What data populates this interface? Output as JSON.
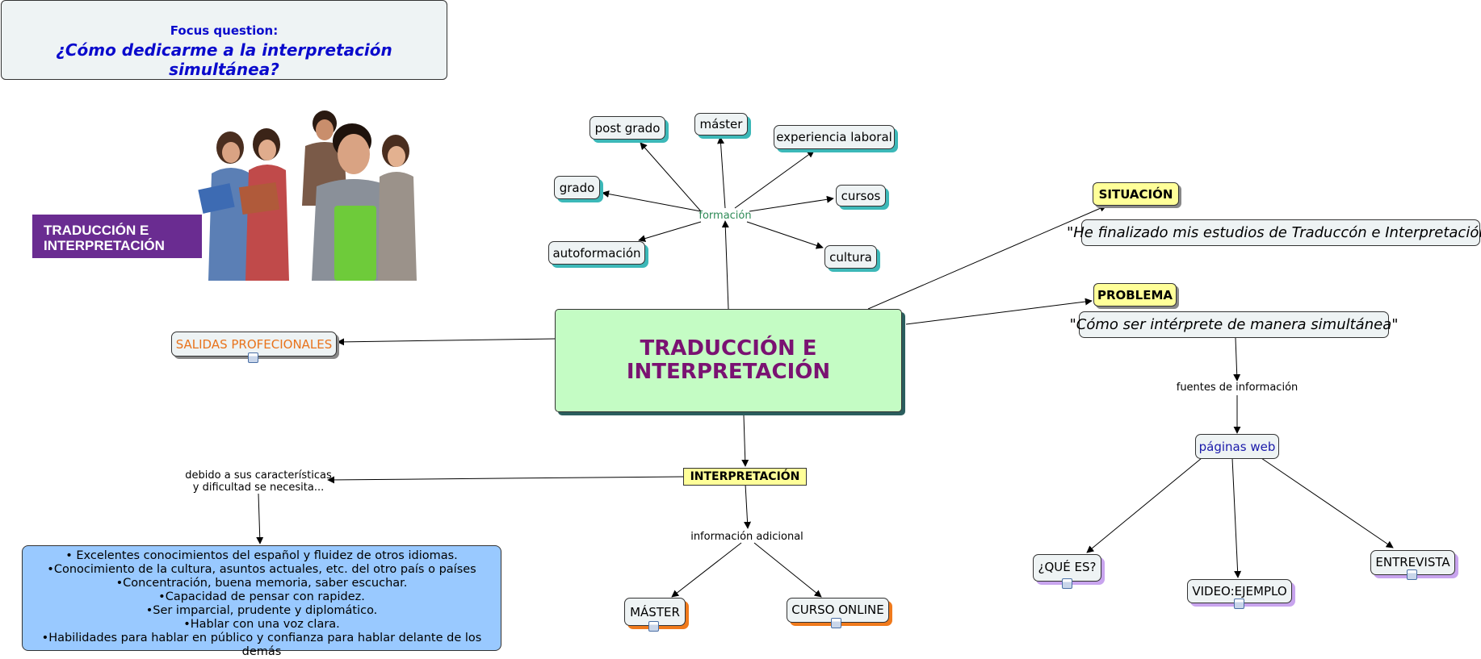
{
  "focus": {
    "label": "Focus question:",
    "question": "¿Cómo dedicarme a la interpretación simultánea?"
  },
  "banner_text": "TRADUCCIÓN E INTERPRETACIÓN",
  "central": "TRADUCCIÓN E INTERPRETACIÓN",
  "formacion": {
    "label": "formación",
    "items": [
      "post grado",
      "máster",
      "experiencia laboral",
      "grado",
      "cursos",
      "autoformación",
      "cultura"
    ]
  },
  "situacion": {
    "label": "SITUACIÓN",
    "quote": "\"He finalizado mis estudios de Traduccón e Interpretación\""
  },
  "problema": {
    "label": "PROBLEMA",
    "quote": "\"Cómo ser intérprete de manera simultánea\""
  },
  "fuentes": {
    "label": "fuentes de información",
    "paginas": "páginas web",
    "items": [
      "¿QUÉ ES?",
      "VIDEO:EJEMPLO",
      "ENTREVISTA"
    ]
  },
  "salidas": "SALIDAS PROFECIONALES",
  "interpretacion": {
    "label": "INTERPRETACIÓN",
    "debido_line1": "debido a sus características",
    "debido_line2": "y dificultad se necesita...",
    "info_adicional": "información adicional",
    "items": [
      "MÁSTER",
      "CURSO ONLINE"
    ]
  },
  "requirements": [
    "• Excelentes conocimientos del español y fluidez de otros idiomas.",
    "•Conocimiento de la cultura, asuntos actuales, etc. del otro país o países",
    "•Concentración, buena memoria, saber escuchar.",
    "•Capacidad de pensar con rapidez.",
    "•Ser imparcial, prudente y diplomático.",
    "•Hablar con una voz clara.",
    "•Habilidades para hablar en público y confianza para hablar delante de los demás"
  ],
  "colors": {
    "central_fill": "#c4fcc4",
    "central_text": "#7a1272",
    "focus_text": "#0a0acc",
    "yellow_fill": "#ffff99",
    "requirements_fill": "#99c9ff",
    "salidas_text": "#e8731c",
    "formacion_text": "#2e8b57",
    "paginas_text": "#1a1aaa",
    "banner_fill": "#6a2c91"
  }
}
